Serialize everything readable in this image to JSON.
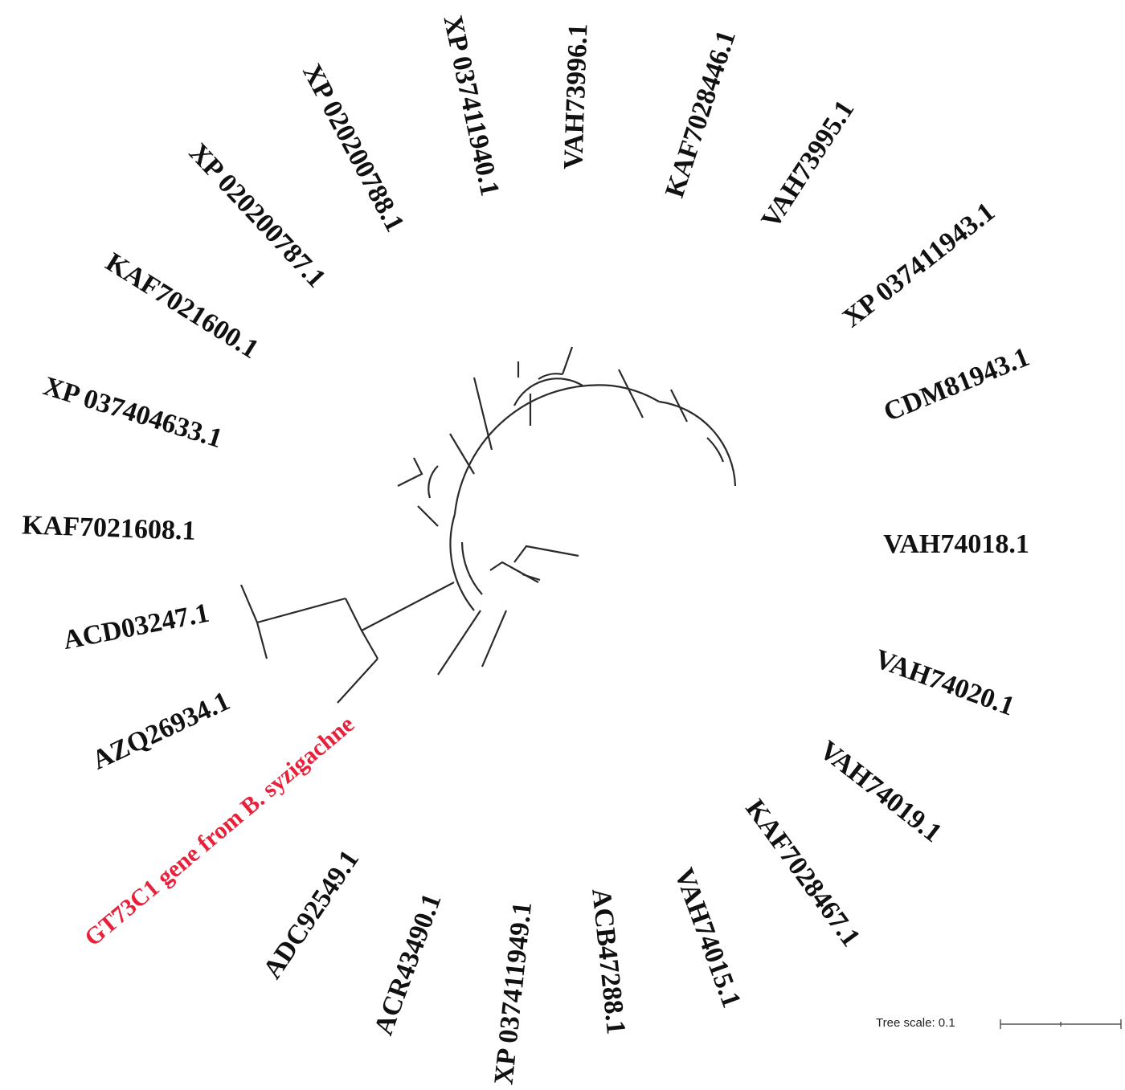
{
  "figure": {
    "leaves": [
      {
        "id": "l0",
        "label": "VAH74018.1"
      },
      {
        "id": "l1",
        "label": "VAH74020.1"
      },
      {
        "id": "l2",
        "label": "VAH74019.1"
      },
      {
        "id": "l3",
        "label": "KAF7028467.1"
      },
      {
        "id": "l4",
        "label": "VAH74015.1"
      },
      {
        "id": "l5",
        "label": "ACB47288.1"
      },
      {
        "id": "l6",
        "label": "XP 037411949.1"
      },
      {
        "id": "l7",
        "label": "ACR43490.1"
      },
      {
        "id": "l8",
        "label": "ADC92549.1"
      },
      {
        "id": "l9",
        "label": "GT73C1 gene from B. syzigachne",
        "highlight": true
      },
      {
        "id": "l10",
        "label": "AZQ26934.1"
      },
      {
        "id": "l11",
        "label": "ACD03247.1"
      },
      {
        "id": "l12",
        "label": "KAF7021608.1"
      },
      {
        "id": "l13",
        "label": "XP 037404633.1"
      },
      {
        "id": "l14",
        "label": "KAF7021600.1"
      },
      {
        "id": "l15",
        "label": "XP 020200787.1"
      },
      {
        "id": "l16",
        "label": "XP 020200788.1"
      },
      {
        "id": "l17",
        "label": "XP 037411940.1"
      },
      {
        "id": "l18",
        "label": "VAH73996.1"
      },
      {
        "id": "l19",
        "label": "KAF7028446.1"
      },
      {
        "id": "l20",
        "label": "VAH73995.1"
      },
      {
        "id": "l21",
        "label": "XP 037411943.1"
      },
      {
        "id": "l22",
        "label": "CDM81943.1"
      }
    ],
    "highlight_color": "#e8203a",
    "scale_bar": {
      "label": "Tree scale: 0.1"
    }
  }
}
